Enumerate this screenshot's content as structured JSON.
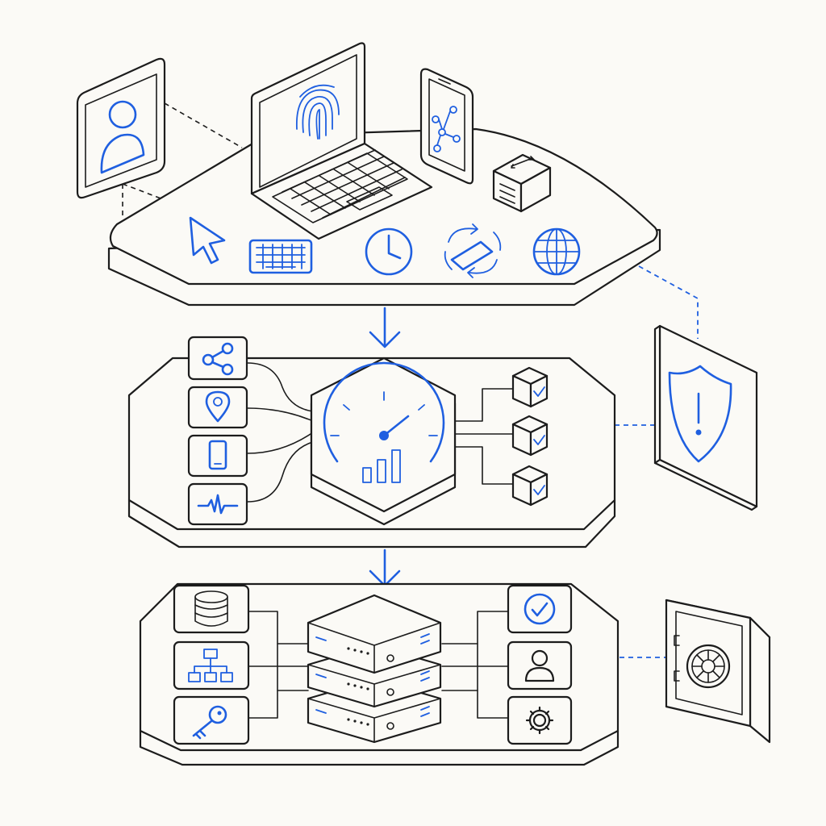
{
  "diagram": {
    "layers": [
      {
        "id": "device-context-layer",
        "icons": [
          "user-profile-icon",
          "laptop-fingerprint-icon",
          "phone-network-icon",
          "package-box-icon",
          "cursor-icon",
          "keyboard-icon",
          "clock-icon",
          "rotate-device-icon",
          "globe-icon"
        ]
      },
      {
        "id": "risk-analysis-layer",
        "inputs": [
          "share-network-icon",
          "location-pin-icon",
          "mobile-device-icon",
          "activity-pulse-icon"
        ],
        "core": "gauge-dashboard-icon",
        "outputs": [
          "verified-cube-icon",
          "verified-cube-icon",
          "verified-cube-icon"
        ]
      },
      {
        "id": "data-storage-layer",
        "inputs": [
          "database-icon",
          "hierarchy-icon",
          "key-icon"
        ],
        "core": "server-stack-icon",
        "outputs": [
          "check-circle-icon",
          "user-icon",
          "gear-icon"
        ]
      }
    ],
    "side_panels": [
      "shield-alert-icon",
      "vault-safe-icon"
    ],
    "colors": {
      "accent": "#1f5fe0",
      "outline": "#1c1c1c",
      "background": "#fbfaf6"
    }
  }
}
